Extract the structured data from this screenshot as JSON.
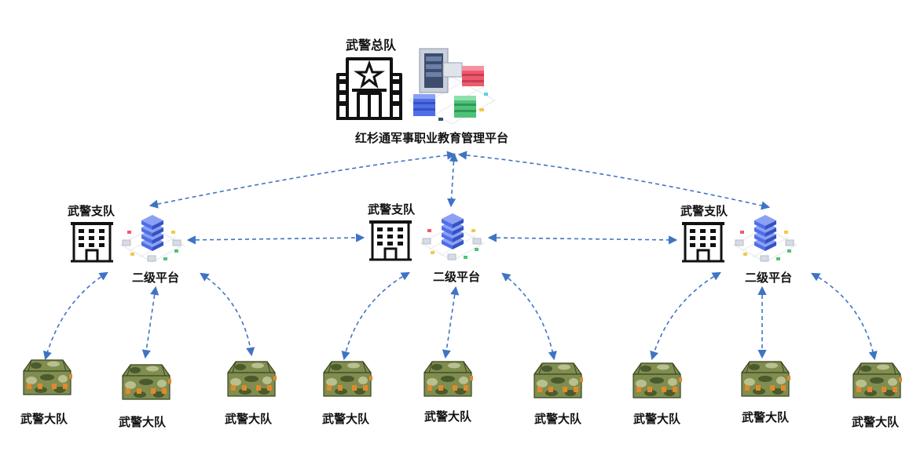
{
  "hq": {
    "unit_label": "武警总队",
    "platform_label": "红杉通军事职业教育管理平台"
  },
  "detachments": [
    {
      "unit_label": "武警支队",
      "platform_label": "二级平台",
      "brigades": [
        {
          "label": "武警大队"
        },
        {
          "label": "武警大队"
        },
        {
          "label": "武警大队"
        }
      ]
    },
    {
      "unit_label": "武警支队",
      "platform_label": "二级平台",
      "brigades": [
        {
          "label": "武警大队"
        },
        {
          "label": "武警大队"
        },
        {
          "label": "武警大队"
        }
      ]
    },
    {
      "unit_label": "武警支队",
      "platform_label": "二级平台",
      "brigades": [
        {
          "label": "武警大队"
        },
        {
          "label": "武警大队"
        },
        {
          "label": "武警大队"
        }
      ]
    }
  ],
  "colors": {
    "connector": "#3f74c4",
    "building_stroke": "#111111",
    "server_blue": "#4f6fe8",
    "server_red": "#ef5a6e",
    "server_green": "#4fc27a",
    "server_gray": "#d7dbe3",
    "tent_dark": "#4a5a2c",
    "tent_mid": "#7f8d4f",
    "tent_light": "#b9bf8e",
    "tent_window": "#e08a2c"
  }
}
